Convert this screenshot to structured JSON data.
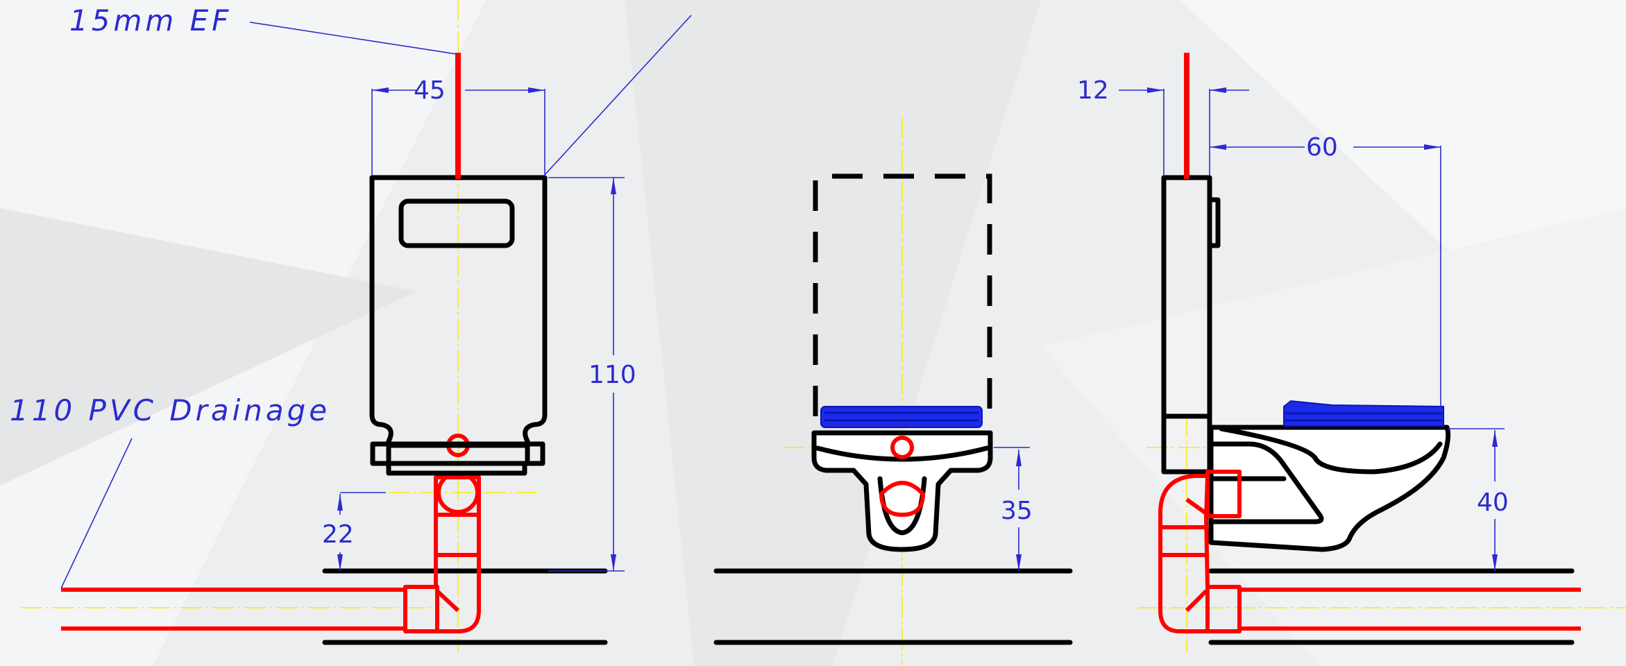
{
  "labels": {
    "water_feed": "15mm EF",
    "drainage": "110 PVC Drainage"
  },
  "dimensions": {
    "cistern_width": "45",
    "cistern_height": "110",
    "drain_height": "22",
    "pan_height_front": "35",
    "wall_gap": "12",
    "projection": "60",
    "pan_height_side": "40"
  },
  "views": [
    "front-cistern",
    "front-pan",
    "side-elevation"
  ],
  "colors": {
    "background": "#eceef0",
    "outline": "#000000",
    "pipework": "#ff0000",
    "dimension": "#2b2bcf",
    "centerline": "#ffe800",
    "seat": "#1c2be6"
  }
}
